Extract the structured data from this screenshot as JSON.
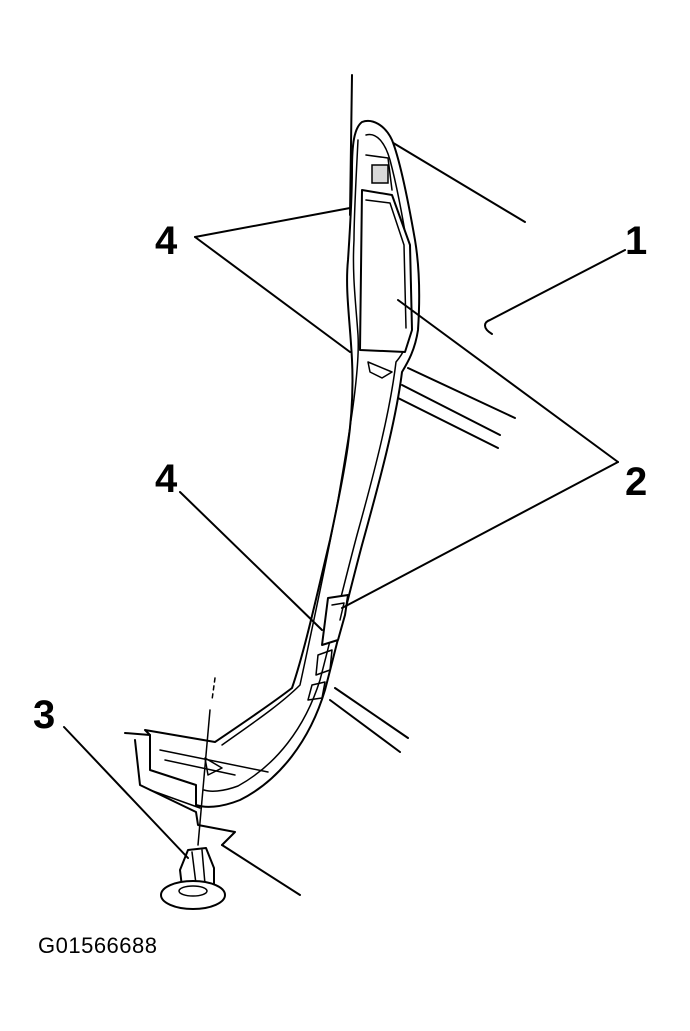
{
  "callouts": {
    "label_1": "1",
    "label_2": "2",
    "label_3": "3",
    "label_4_upper": "4",
    "label_4_lower": "4"
  },
  "figure_id": "G01566688",
  "colors": {
    "line": "#000000",
    "background": "#ffffff",
    "shade": "#d9d9d9"
  }
}
